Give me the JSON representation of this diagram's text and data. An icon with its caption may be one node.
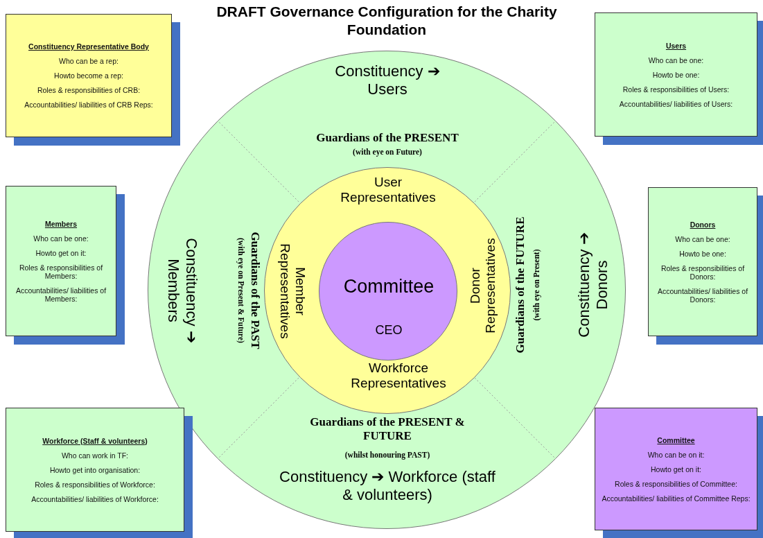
{
  "diagram": {
    "title": "DRAFT Governance Configuration for the Charity Foundation",
    "nodes": [
      {
        "text": [
          "Constituency Representative Body",
          "Who can be a rep:",
          "Howto become a rep:",
          "Roles & responsibilities of CRB:",
          "Accountabilities/ liabilities of CRB Reps:"
        ]
      },
      {
        "text": [
          "Users",
          "Who can be one:",
          "Howto be one:",
          "Roles & responsibilities of Users:",
          "Accountabilities/ liabilities of Users:"
        ]
      },
      {
        "text": [
          "Constituency ➔ Users",
          "Guardians of the PRESENT",
          "(with eye on Future)",
          "Constituency ➔ Members",
          "Guardians of the PAST",
          "(with eye on Present & Future)",
          "Guardians of the FUTURE",
          "(with eye on Present)",
          "Constituency ➔ Donors",
          "Guardians of the PRESENT & FUTURE",
          "(whilst honouring PAST)",
          "Constituency ➔ Workforce (staff & volunteers)"
        ]
      },
      {
        "text": [
          "User Representatives",
          "Member Representatives",
          "Donor Representatives",
          "Workforce Representatives"
        ],
        "in": 2
      },
      {
        "text": [
          "Committee",
          "CEO"
        ],
        "in": 3
      },
      {
        "text": [
          "Members",
          "Who can be one:",
          "Howto get on it:",
          "Roles & responsibilities of Members:",
          "Accountabilities/ liabilities of Members:"
        ]
      },
      {
        "text": [
          "Donors",
          "Who can be one:",
          "Howto be one:",
          "Roles & responsibilities of Donors:",
          "Accountabilities/ liabilities of Donors:"
        ]
      },
      {
        "text": [
          "Workforce (Staff & volunteers)",
          "Who can work in TF:",
          "Howto get into organisation:",
          "Roles & responsibilities of Workforce:",
          "Accountabilities/ liabilities of Workforce:"
        ]
      },
      {
        "text": [
          "Committee",
          "Who can be on it:",
          "Howto get on it:",
          "Roles & responsibilities of Committee:",
          "Accountabilities/ liabilities of Committee Reps:"
        ]
      }
    ]
  }
}
